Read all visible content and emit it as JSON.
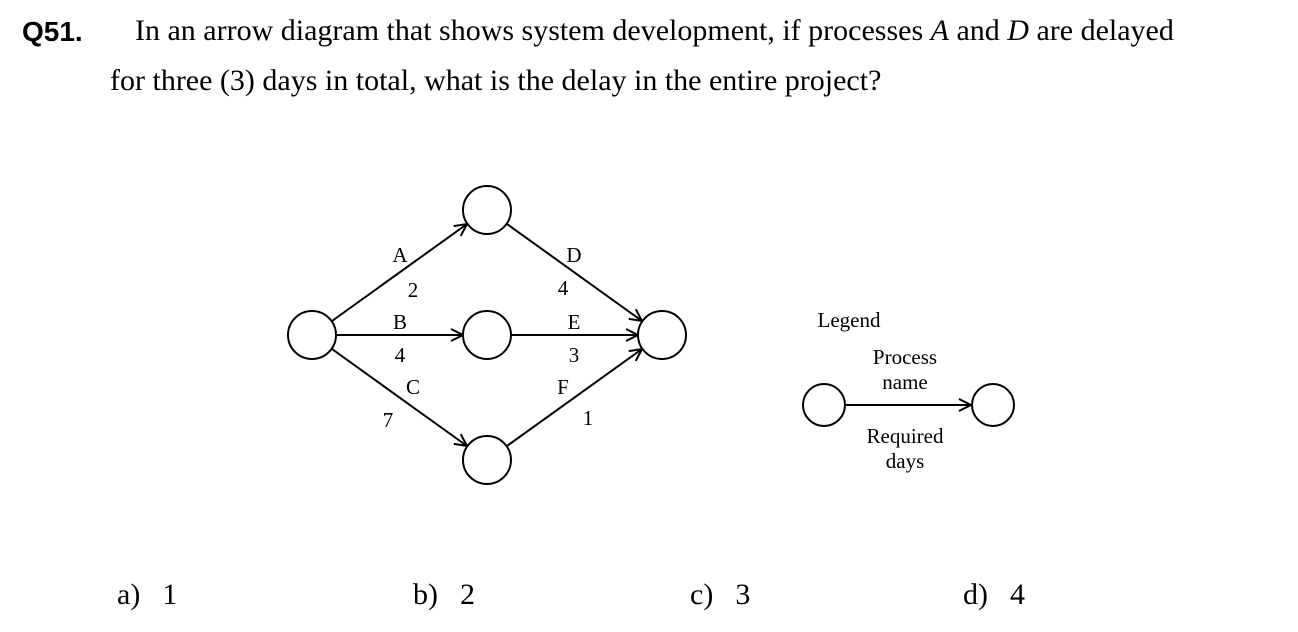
{
  "question": {
    "number": "Q51.",
    "line1_pre": "In an arrow diagram that shows system development, if processes ",
    "var_a": "A",
    "line1_mid": " and ",
    "var_d": "D",
    "line1_post": " are delayed",
    "line2": "for three (3) days in total, what is the delay in the entire project?"
  },
  "diagram": {
    "edges": [
      {
        "name": "A",
        "days": "2"
      },
      {
        "name": "D",
        "days": "4"
      },
      {
        "name": "B",
        "days": "4"
      },
      {
        "name": "E",
        "days": "3"
      },
      {
        "name": "C",
        "days": "7"
      },
      {
        "name": "F",
        "days": "1"
      }
    ],
    "legend": {
      "title": "Legend",
      "process_line1": "Process",
      "process_line2": "name",
      "days_line1": "Required",
      "days_line2": "days"
    }
  },
  "options": [
    {
      "letter": "a)",
      "value": "1"
    },
    {
      "letter": "b)",
      "value": "2"
    },
    {
      "letter": "c)",
      "value": "3"
    },
    {
      "letter": "d)",
      "value": "4"
    }
  ]
}
